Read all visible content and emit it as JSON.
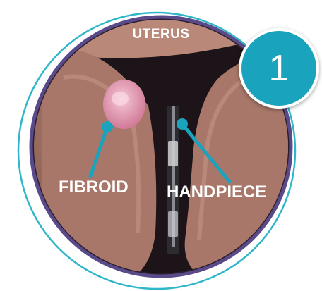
{
  "labels": {
    "uterus": "UTERUS",
    "fibroid": "FIBROID",
    "handpiece": "HANDPIECE"
  },
  "step": {
    "number": "1"
  },
  "colors": {
    "accent": "#1aa3bd",
    "ring_outer": "#2fb7c9",
    "ring_inner": "#5a4a8a",
    "tissue": "#b07f6e",
    "fibroid": "#e8a5b8",
    "cavity": "#1c1418"
  }
}
